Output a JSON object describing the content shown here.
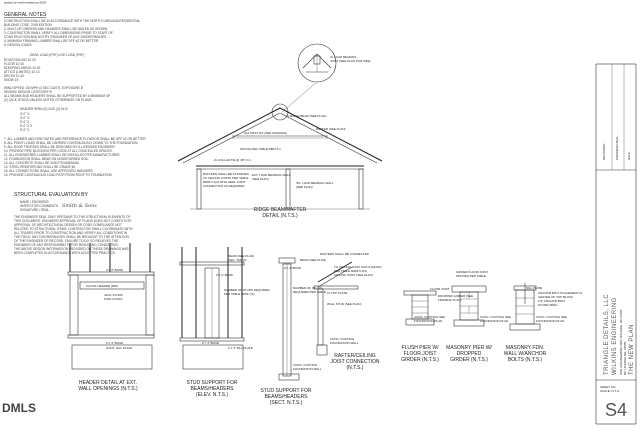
{
  "sheet": {
    "project_ref": "project-id-smith-residence-2024",
    "general_notes": {
      "title": "GENERAL NOTES",
      "lines": [
        "CONSTRUCTION SHALL BE IN ACCORDANCE WITH THE NORTH CAROLINA RESIDENTIAL",
        "BUILDING CODE, 2018 EDITION.",
        "2. BUILT-UP GIRDERS AND HEADERS SHALL BE NAILED AS SHOWN",
        "3. CONTRACTOR SHALL VERIFY ALL DIMENSIONS PRIOR TO START OF",
        "CONSTRUCTION AND NOTIFY ENGINEER OF ANY DISCREPANCIES.",
        "4. MINIMUM FRAMING LUMBER SHALL BE SPF #2 OR BETTER.",
        "5. DESIGN LOADS:"
      ],
      "loads_header": "DEAD LOAD (PSF)      LIVE LOAD (PSF)",
      "loads": [
        "ROOF/CEILING            10                 20",
        "FLOOR                   10                 40",
        "SLEEPING AREAS          10                 30",
        "ATTICS (LIMITED)        10                 10",
        "DECKS                   10                 40",
        "SNOW                                       15"
      ],
      "wind_lines": [
        "WIND SPEED 130 MPH (3 SEC GUST), EXPOSURE B",
        "SEISMIC DESIGN CATEGORY B",
        "ALL BEAMS AND HEADERS SHALL BE SUPPORTED BY A MINIMUM OF",
        "(2) JACK STUDS UNLESS NOTED OTHERWISE ON PLANS."
      ],
      "header_table_header": "HEADER SPAN     (2) 2x10     (3) 2x10",
      "header_table": [
        "3'-0\"          X",
        "4'-0\"          X",
        "5'-0\"          X",
        "6'-0\"          X            X",
        "8'-0\"                       X"
      ],
      "more_lines": [
        "7. ALL LUMBER AND FIRE RATED AND REFERENCE PLYWOOD SHALL BE SPF #2 OR BETTER",
        "8. ALL POINT LOADS SHALL BE CARRIED CONTINUOUSLY DOWN TO THE FOUNDATION.",
        "9. ALL ROOF TRUSSES SHALL BE DESIGNED BY A LICENSED ENGINEER.",
        "10. PROVIDE FIRE BLOCKING PER CODE AT ALL CONCEALED SPACES.",
        "11. ALL ENGINEERED LUMBER SHALL BE INSTALLED PER MANUFACTURER.",
        "12. FOUNDATION SHALL BEAR ON UNDISTURBED SOIL.",
        "13. ALL CONCRETE SHALL BE 3000 PSI MINIMUM.",
        "14. STEEL REINFORCING SHALL BE GRADE 60.",
        "15. ALL CONNECTIONS SHALL USE APPROVED HANGERS.",
        "16. PROVIDE CONTINUOUS LOAD PATH FROM ROOF TO FOUNDATION."
      ]
    },
    "structural_evaluation": {
      "title": "STRUCTURAL EVALUATION BY",
      "lines": [
        "NAME / ENGINEER",
        "INSPECTOR COMMENTS",
        "SIGNATURE / SEAL"
      ],
      "signature_text": "Smith & Sons"
    },
    "disclaimer": {
      "lines": [
        "THE ENGINEER SEAL ONLY PERTAINS TO THE STRUCTURAL ELEMENTS OF",
        "THIS DOCUMENT. ENGINEER APPROVAL OF PLANS DOES NOT CONSTITUTE",
        "APPROVAL OF ARCHITECTURAL DESIGN OR CODE COMPLIANCE NOT",
        "RELATED TO STRUCTURAL ITEMS. CONTRACTOR SHALL COORDINATE WITH",
        "ALL TRADES PRIOR TO CONSTRUCTION AND VERIFY ALL CONDITIONS IN",
        "THE FIELD. ANY DISCREPANCIES SHALL BE BROUGHT TO THE ATTENTION",
        "OF THE ENGINEER OF RECORD. FAILURE TO DO SO RELIEVES THE",
        "ENGINEER OF ANY RESPONSIBILITY FOR RESULTING CONDITIONS.",
        "THE ABOVE DESIGN INFORMATION PROVIDED ON THESE DRAWINGS HAS",
        "BEEN COMPLETED IN ACCORDANCE WITH ACCEPTED PRACTICE."
      ]
    },
    "ridge_detail": {
      "caption_line1": "RIDGE BEAM/RAFTER",
      "caption_line2": "DETAIL (N.T.S.)",
      "labels": {
        "ridge_beam": "2x RIDGE BEAM (SEE PLAN)",
        "rafter": "RAFTER (SEE PLAN)",
        "ceiling_joist": "2x4 JOIST DO (SEE GRADING)",
        "splice": "SPLICE PER TABLE R802.5.1",
        "collar": "2x COLLAR TIE @ 48\" O.C.",
        "rafters_fastened": "RAFTERS SHALL BE FASTENED",
        "rafters_fastened2": "TO CEILING JOISTS PER TABLE",
        "rafters_fastened3": "R802.5.1(9) WITH HEEL JOINT",
        "rafters_fastened4": "CONNECTION AS REQUIRED",
        "ext_wall": "EXT. LOAD BEARING WALL",
        "ext_wall2": "(SEE PLAN)",
        "int_wall": "INT. LOAD BEARING WALL",
        "int_wall2": "(SEE PLAN)",
        "ridge_circle_1": "2x LOAD BEARING",
        "ridge_circle_2": "JOIST (SEE PLAN FOR SIZE)"
      }
    },
    "details": [
      {
        "id": "header",
        "caption_line1": "HEADER DETAIL AT EXT.",
        "caption_line2": "WALL OPENINGS (N.T.S.)",
        "labels": [
          "2\"x 4\" BAND",
          "2x10 #1 HEADER (MIN)",
          "JACK STUDS",
          "KING STUDS",
          "2\"x 4\" BAND",
          "CONT. SILL PLATE"
        ]
      },
      {
        "id": "stud-elev",
        "caption_line1": "STUD SUPPORT FOR",
        "caption_line2": "BEAMS/HEADERS",
        "caption_line3": "(ELEV. N.T.S.)",
        "labels": [
          "BEAM (SEE PLAN)",
          "CEIL. TOP PL.",
          "2\"x 4\" BAND",
          "NUMBER OF STUDS REQUIRED",
          "PER TABLE R602.7(1)",
          "2\"x 4\" BAND",
          "2\"x 4\" SILL PLATE"
        ]
      },
      {
        "id": "stud-sect",
        "caption_line1": "STUD SUPPORT FOR",
        "caption_line2": "BEAMS/HEADERS",
        "caption_line3": "(SECT. N.T.S.)",
        "labels": [
          "BEAM (SEE PLAN)",
          "2\"x 4\" BAND",
          "NUMBER OF STUDS",
          "REQUIRED PER TABLE",
          "CONC. FOOTING",
          "FOUNDATION WALL"
        ]
      },
      {
        "id": "rafter-joist",
        "caption_line1": "RAFTER/CEILING",
        "caption_line2": "JOIST CONNECTION",
        "caption_line3": "(N.T.S.)",
        "labels": [
          "RAFTERS SHALL BE CONNECTED",
          "TO CEILING JOIST WITH NAILING",
          "PER TABLE R802.5.1(9)",
          "CEILING JOIST (SEE PLAN)",
          "2x TOP PLATE",
          "WALL STUD (SEE PLAN)",
          "CONC. FOOTING",
          "FOUNDATION WALL"
        ]
      },
      {
        "id": "flush-pier",
        "caption_line1": "FLUSH PIER W/",
        "caption_line2": "FLOOR JOIST",
        "caption_line3": "GIRDER (N.T.S.)",
        "labels": [
          "FLOOR JOIST",
          "CONC. FOOTING SEE",
          "FOUNDATION PLAN"
        ]
      },
      {
        "id": "masonry-pier",
        "caption_line1": "MASONRY PIER W/",
        "caption_line2": "DROPPED",
        "caption_line3": "GIRDER (N.T.S.)",
        "labels": [
          "GIRDER FLOOR JOIST",
          "SPLICED PER TABLE",
          "DROPPED GIRDER (SEE",
          "FRAMING PLAN)",
          "CONC. FOOTING SEE",
          "FOUNDATION PLAN"
        ]
      },
      {
        "id": "masonry-fdn",
        "caption_line1": "MASONRY FDN.",
        "caption_line2": "WALL W/ANCHOR",
        "caption_line3": "BOLTS (N.T.S.)",
        "labels": [
          "SILL PLATE",
          "ANCHOR BOLT PLACEMENT IN",
          "CENTER OF TOP BLOCK",
          "1/2\" ANCHOR BOLT",
          "W/ PER SPEC",
          "CONC. FOOTING SEE",
          "FOUNDATION PLAN"
        ]
      }
    ],
    "title_block": {
      "company": "TRIANGLE DETAILS, LLC",
      "engineer": "WILKINS ENGINEERING",
      "address": "1501 ENGINEERING WAY, RALEIGH, NC 27604",
      "license": "NC LICENSE NO. 24585",
      "sheet_title": "THE NEW PLAN",
      "seal_text": "ENGINEER SEAL",
      "sheet_label": "SHEET NO.",
      "sheet_number": "S4",
      "rev_label": "REVISIONS",
      "date_label": "DATE:",
      "scale_label": "SCALE: N.T.S."
    },
    "watermark": "DMLS"
  }
}
